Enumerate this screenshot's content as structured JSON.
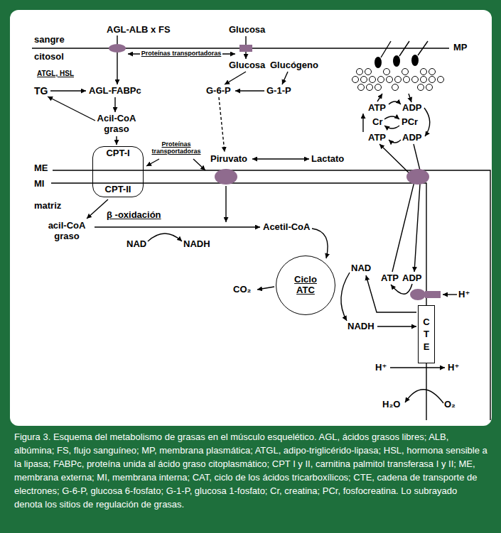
{
  "diagram": {
    "caption": "Figura 3. Esquema del metabolismo de grasas en el músculo esquelético. AGL, ácidos grasos libres; ALB, albúmina; FS, flujo sanguíneo; MP, membrana plasmática; ATGL, adipo-triglicérido-lipasa; HSL, hormona sensible a la lipasa; FABPc, proteína unida al ácido graso citoplasmático; CPT I y II, carnitina palmitol transferasa I y II; ME, membrana externa; MI, membrana interna; CAT, ciclo de los ácidos tricarboxílicos; CTE, cadena de transporte de electrones; G-6-P, glucosa 6-fosfato; G-1-P, glucosa 1-fosfato; Cr, creatina; PCr, fosfocreatina. Lo subrayado denota los sitios de regulación de grasas.",
    "nodes": [
      {
        "text": [
          "CPT-I",
          "CPT-II"
        ]
      },
      {
        "text": [
          "Ciclo ATC"
        ]
      },
      {
        "text": [
          "C T E"
        ]
      }
    ],
    "labels": [
      "sangre",
      "AGL-ALB x FS",
      "Glucosa",
      "MP",
      "citosol",
      "Proteínas transportadoras",
      "Glucosa",
      "Glucógeno",
      "ATGL, HSL",
      "TG",
      "AGL-FABPc",
      "G-6-P",
      "G-1-P",
      "ATP",
      "ADP",
      "Cr",
      "PCr",
      "ATP",
      "ADP",
      "Acil-CoA graso",
      "Proteínas transportadoras",
      "Piruvato",
      "Lactato",
      "ME",
      "MI",
      "matriz",
      "acil-CoA graso",
      "β -oxidación",
      "Acetil-CoA",
      "NAD",
      "NADH",
      "ATP",
      "ADP",
      "H⁺",
      "NAD",
      "CO₂",
      "NADH",
      "H⁺",
      "H⁺",
      "H₂O",
      "O₂"
    ]
  }
}
